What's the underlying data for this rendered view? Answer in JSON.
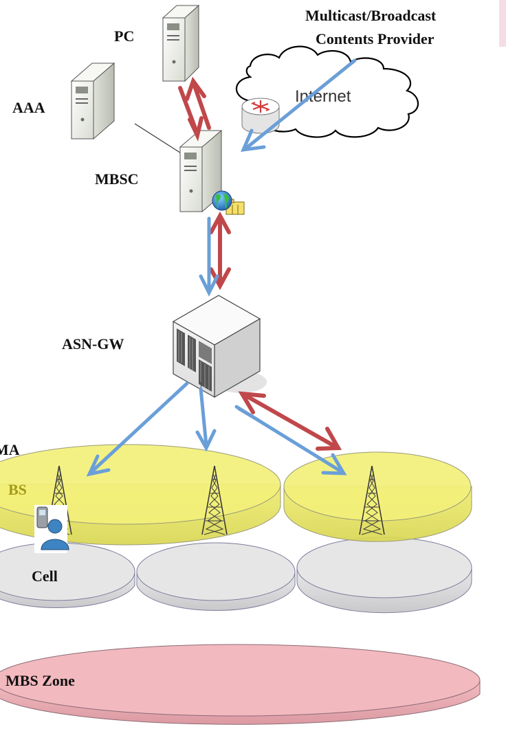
{
  "labels": {
    "provider_line1": "Multicast/Broadcast",
    "provider_line2": "Contents Provider",
    "pc": "PC",
    "aaa": "AAA",
    "internet": "Internet",
    "mbsc": "MBSC",
    "asn_gw": "ASN-GW",
    "ma_fragment": "MA",
    "bs": "BS",
    "cell": "Cell",
    "mbs_zone": "MBS Zone"
  },
  "colors": {
    "request_arrow": "#c0474a",
    "data_arrow": "#6a9fd8",
    "mbs_region": "#f2f07a",
    "cell": "#e6e6e6",
    "mbs_zone": "#f2b9bf",
    "bs_label": "#a59a1a"
  },
  "icons": [
    "server-icon",
    "router-icon",
    "globe-icon",
    "folder-icon",
    "base-station-tower-icon",
    "mobile-user-icon"
  ]
}
